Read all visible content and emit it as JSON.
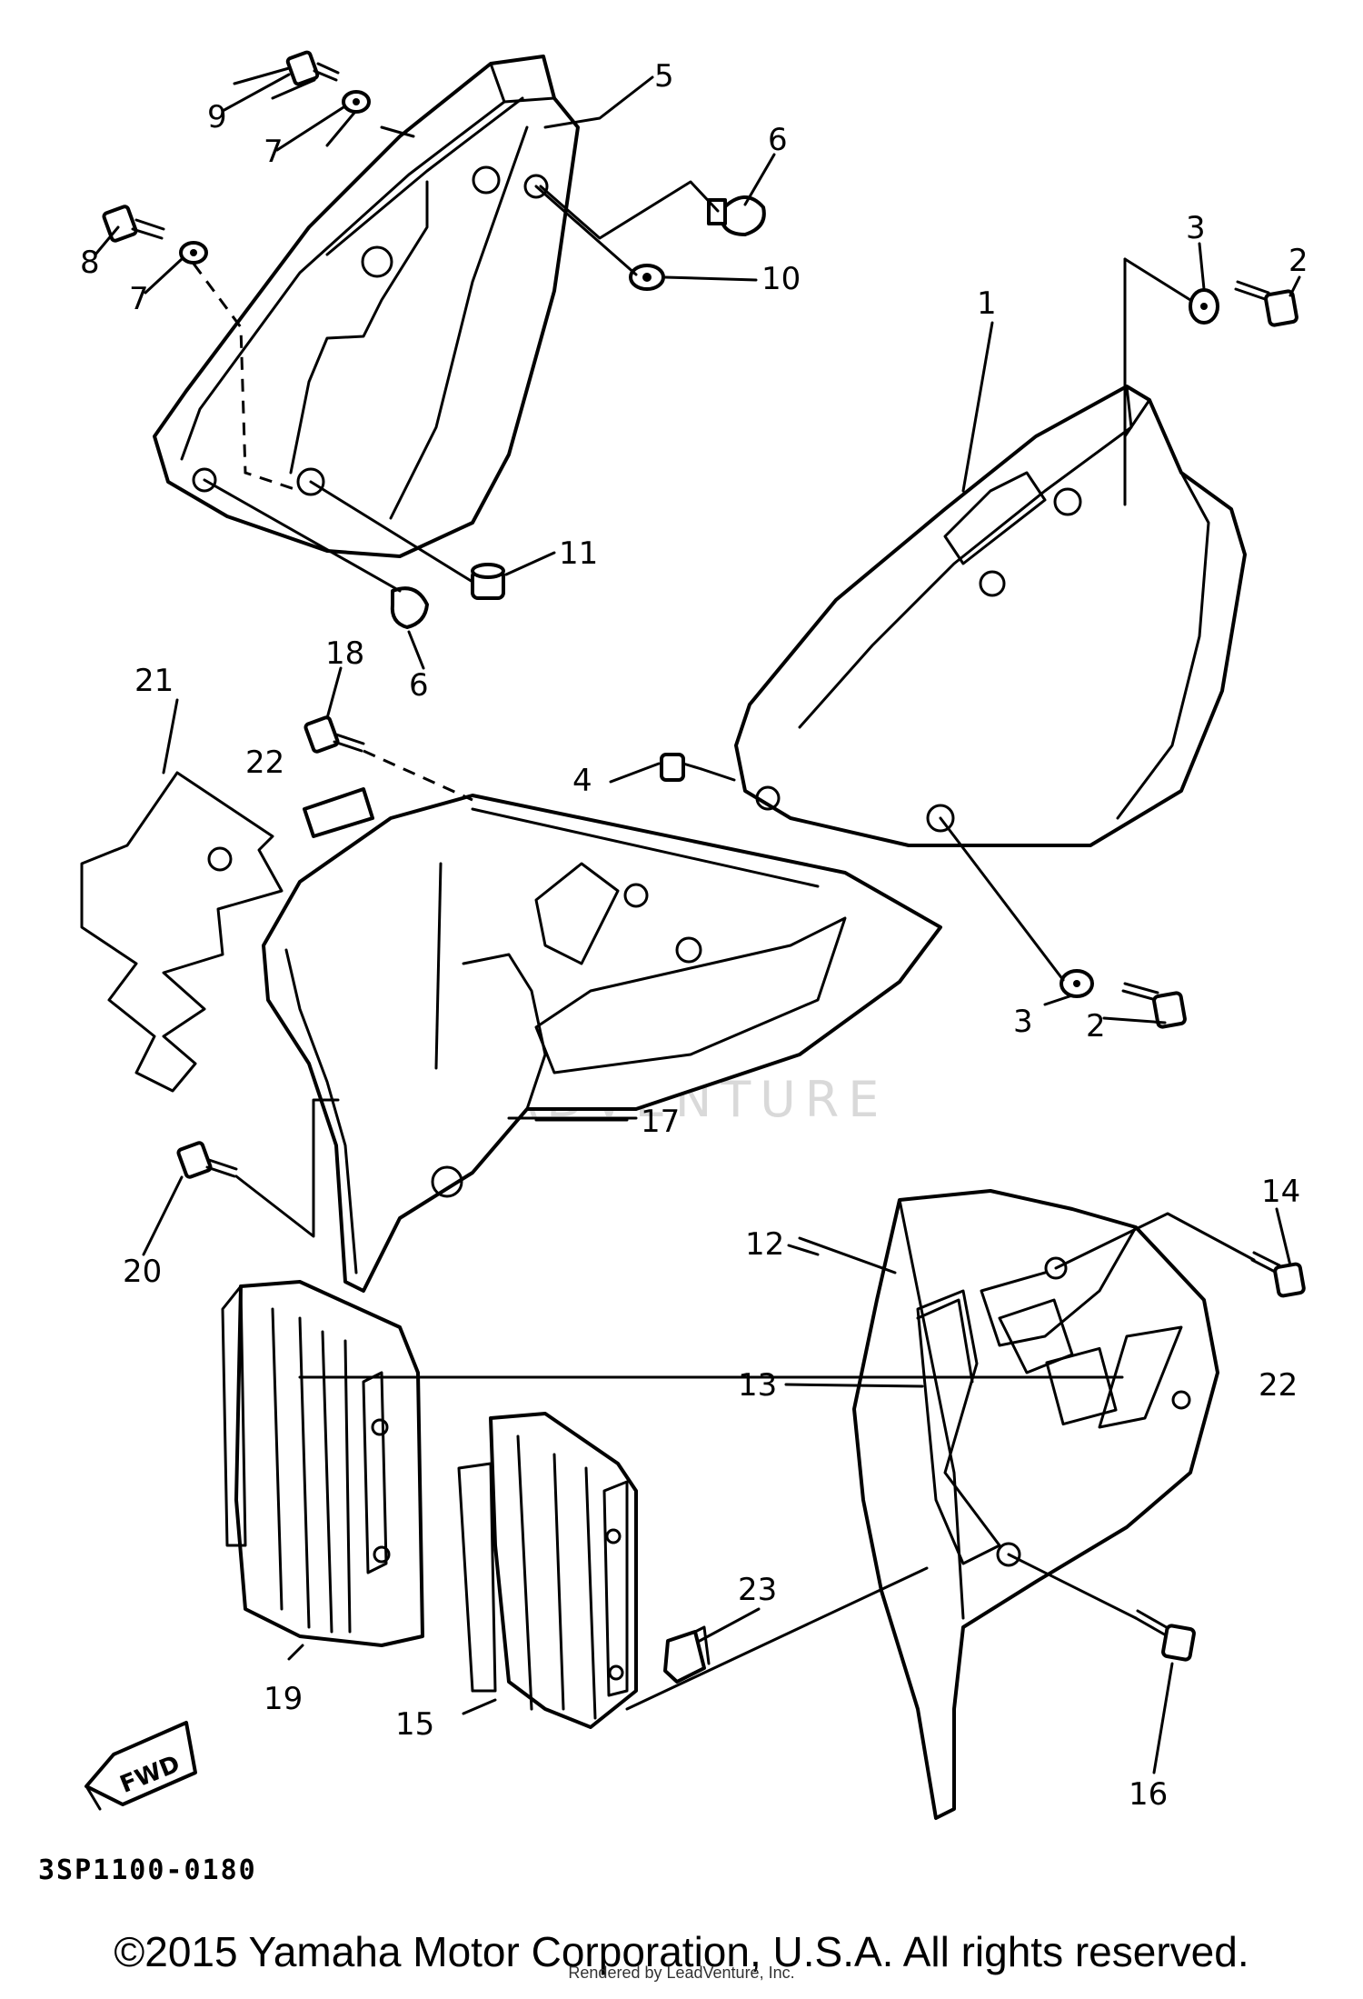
{
  "diagram": {
    "callouts": {
      "c1": "1",
      "c2a": "2",
      "c2b": "2",
      "c3a": "3",
      "c3b": "3",
      "c4": "4",
      "c5": "5",
      "c6a": "6",
      "c6b": "6",
      "c7a": "7",
      "c7b": "7",
      "c8": "8",
      "c9": "9",
      "c10": "10",
      "c11": "11",
      "c12": "12",
      "c13": "13",
      "c14": "14",
      "c15": "15",
      "c16": "16",
      "c17": "17",
      "c18": "18",
      "c19": "19",
      "c20": "20",
      "c21": "21",
      "c22a": "22",
      "c22b": "22",
      "c23": "23"
    },
    "fwd_label": "FWD",
    "watermark": "LEADVENTURE",
    "part_code": "3SP1100-0180"
  },
  "footer": {
    "copyright": "©2015 Yamaha Motor Corporation, U.S.A. All rights reserved.",
    "rendered_by": "Rendered by LeadVenture, Inc."
  }
}
